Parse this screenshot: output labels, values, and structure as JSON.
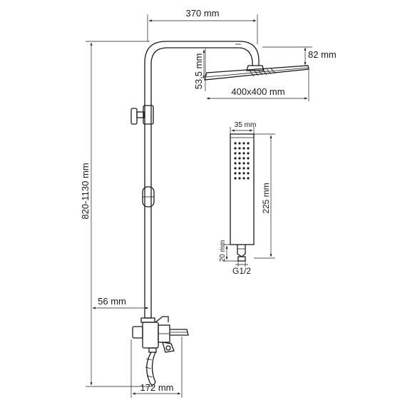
{
  "dimensions": {
    "arm_length": "370 mm",
    "head_drop": "82 mm",
    "head_thickness": "53,5 mm",
    "head_size": "400x400 mm",
    "total_height": "820-1130 mm",
    "wall_offset": "56 mm",
    "mixer_width": "172 mm"
  },
  "hand_shower": {
    "width": "35 mm",
    "length": "225 mm",
    "connector_height": "20 mm",
    "thread": "G1/2"
  }
}
